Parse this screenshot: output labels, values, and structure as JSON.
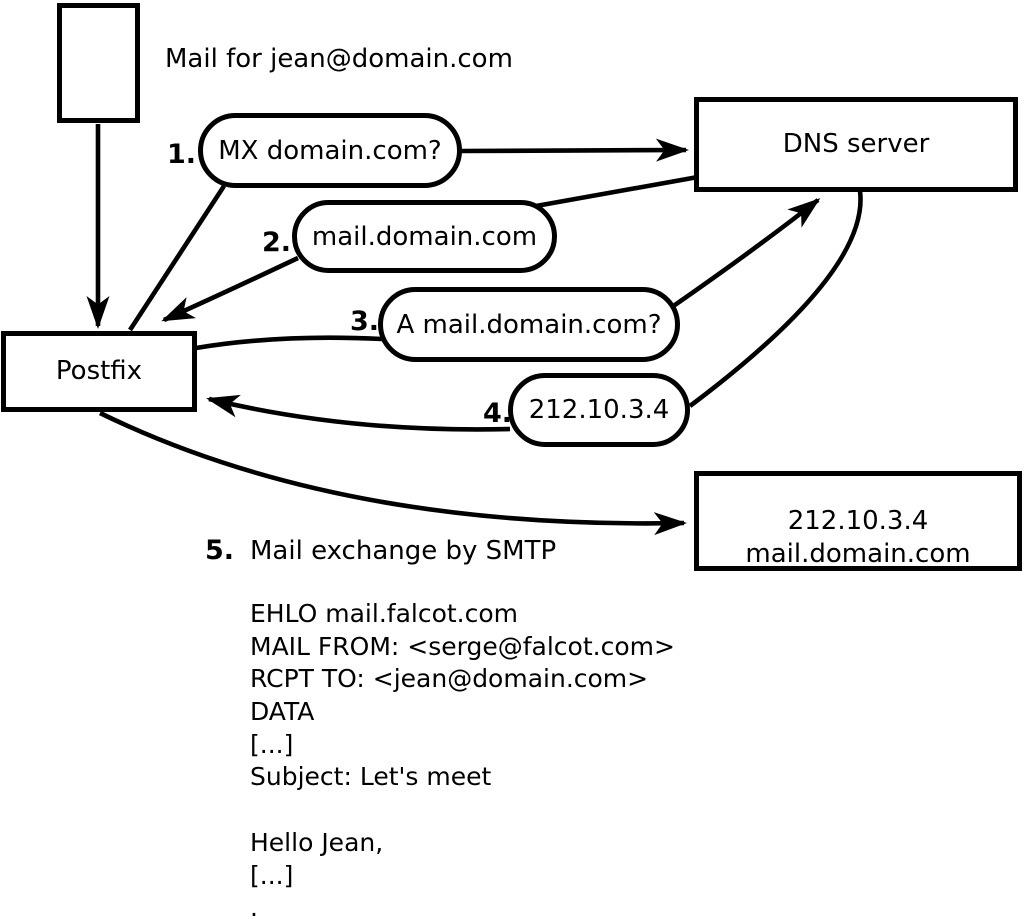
{
  "colors": {
    "stroke": "#000000",
    "background": "#ffffff"
  },
  "labels": {
    "mail_for": "Mail for jean@domain.com"
  },
  "nodes": {
    "postfix": {
      "label": "Postfix"
    },
    "dns": {
      "label": "DNS server"
    },
    "mailserver": {
      "line1": "212.10.3.4",
      "line2": "mail.domain.com"
    }
  },
  "steps": [
    {
      "num": "1.",
      "label": "MX domain.com?"
    },
    {
      "num": "2.",
      "label": "mail.domain.com"
    },
    {
      "num": "3.",
      "label": "A mail.domain.com?"
    },
    {
      "num": "4.",
      "label": "212.10.3.4"
    },
    {
      "num": "5.",
      "label": "Mail exchange by SMTP"
    }
  ],
  "smtp_session": [
    "EHLO mail.falcot.com",
    "MAIL FROM: <serge@falcot.com>",
    "RCPT TO: <jean@domain.com>",
    "DATA",
    "[...]",
    "Subject: Let's meet",
    "",
    "Hello Jean,",
    "[...]",
    "."
  ]
}
